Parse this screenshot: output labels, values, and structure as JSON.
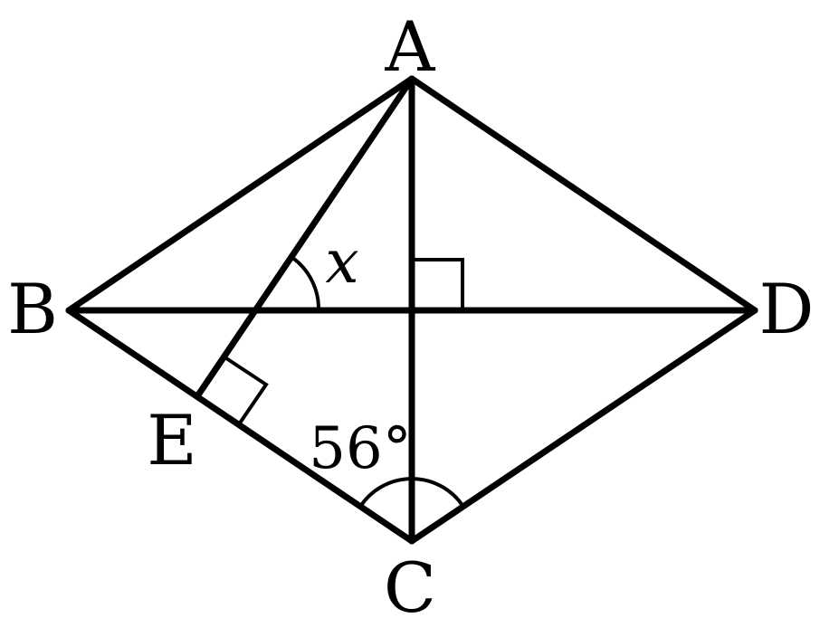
{
  "vertices": {
    "A": "A",
    "B": "B",
    "C": "C",
    "D": "D",
    "E": "E"
  },
  "annotations": {
    "angle_x": "x",
    "angle_c": "56°"
  },
  "colors": {
    "stroke": "#000000",
    "background": "#ffffff"
  }
}
